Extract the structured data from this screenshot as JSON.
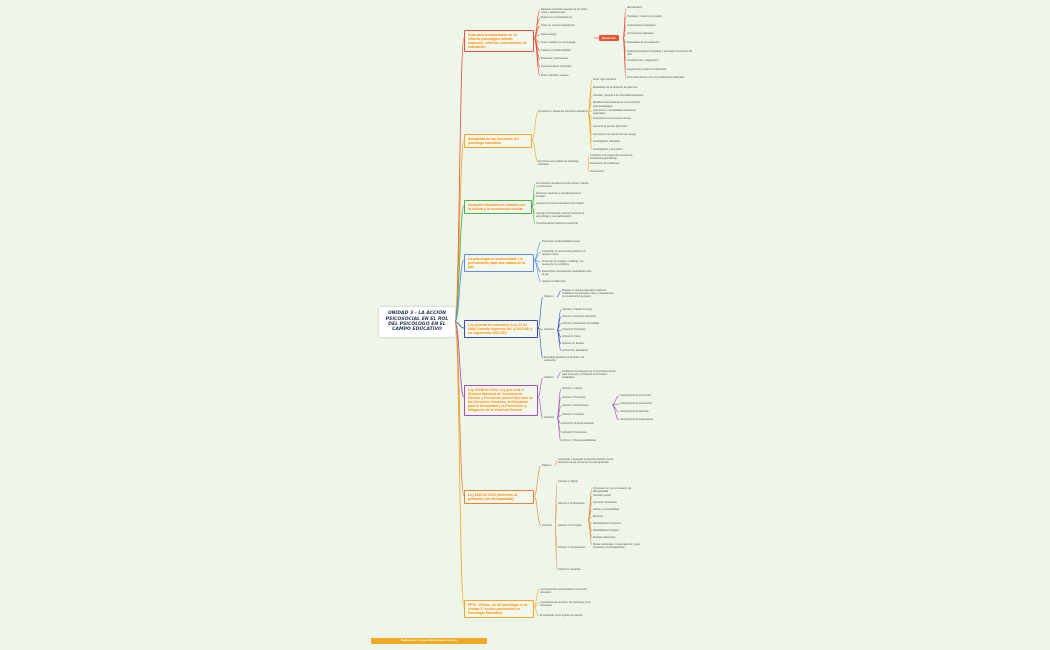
{
  "root": {
    "title": "UNIDAD 3 - LA ACCIÓN PSICOSOCIAL EN EL ROL DEL PSICÓLOGO EN EL CAMPO EDUCATIVO"
  },
  "branches": [
    {
      "title": "Guía para la elaboración de un informe psicológico infantil: Aspectos, criterios, instrumentos de evaluación",
      "items": [
        "Respetar el interés superior de los niños, niñas y adolescentes",
        "Evitar tono confrontacional",
        "Tener en cuenta el desarrollo",
        "Evitar sesgos",
        "Tener cuidado con el lenguaje",
        "Cuidar la confidencialidad",
        "Presentar conclusiones",
        "Consentimiento informado",
        "Tener claridad y respeto"
      ],
      "badge": "Secciones",
      "sections": [
        "Identificación",
        "Propósito / motivo de consulta",
        "Antecedentes relevantes",
        "Instrumentos aplicados",
        "Resultados de la evaluación",
        "Análisis psicológico integrado y vinculado al contexto del niño",
        "Conclusiones y diagnóstico",
        "Sugerencias o plan de tratamiento",
        "Firma del informe, con el procedimiento adoptado"
      ]
    },
    {
      "title": "Actualidad de las funciones del psicólogo educativo",
      "group_a": "Funciones y tareas del psicólogo educativo",
      "items_a": [
        "Tener rigor científico",
        "Evaluación de la situación de alumnos",
        "Orientar y apoyar a la comunidad educativa",
        "Realizar acompañamiento e intervención psicopedagógica",
        "Intervenir en necesidades educativas especiales",
        "Favorecer la convivencia escolar",
        "Asesorar la gestión del centro",
        "Intervenir en la prevención de riesgos",
        "Investigación educativa",
        "Investigación y formación"
      ],
      "group_b": "Funciones que realiza un psicólogo educativo",
      "items_b": [
        "Contribuir a la mejora del proceso de enseñanza-aprendizaje",
        "Prevención de problemas",
        "Intervención"
      ]
    },
    {
      "title": "Inclusión educativa en relación con la cultura y la convivencia escolar",
      "items": [
        "La inclusión educativa vincula cultura, valores y convivencia",
        "Promover acciones y transformaciones sociales",
        "Asegurar procesos educativos de calidad",
        "Atender la diversidad, eliminar barreras al aprendizaje y a la participación",
        "Transformación hacia la convivencia"
      ]
    },
    {
      "title": "La psicología en la diversidad: Un pensamiento para una cultura de la paz",
      "items": [
        "Reconocer la diversidad humana",
        "Garantizar la convivencia pacífica y el respeto mutuo",
        "Promover la empatía, el diálogo y la resolución de conflictos",
        "Desarrollar competencias ciudadanas para la paz",
        "Aceptar la diferencia"
      ]
    },
    {
      "title": "Ley general de educación (Ley 23 de 1946, Decreto Supremo No. 3-2013-ED y su reglamento 2023-ED)",
      "objective": "Objetivo",
      "objective_text": "Regular el sistema educativo nacional, establecer los principios, fines y lineamientos de la educación peruana",
      "articles_label": "Artículos",
      "articles": [
        "Artículo 1. Objeto de la ley",
        "Artículo 2. Derecho educativo",
        "Artículo 3. Educación de calidad",
        "Artículo 8. Principios",
        "Artículo 9. Fines",
        "Artículo 13. Estado",
        "Artículo 53. Estudiante"
      ],
      "extra": "El Estado garantiza el derecho a la educación"
    },
    {
      "title": "Ley 31498 de 2022, Ley que crea el Sistema Nacional de Convivencia Escolar y Formación para el Ejercicio de los Derechos Humanos, la Educación para la Sexualidad y la Prevención y Mitigación de la Violencia Escolar",
      "objective": "Objetivo",
      "objective_text": "Fortalecer los sistemas de convivencia escolar para promover y fortalecer la formación ciudadana",
      "articles_label": "Artículos",
      "articles": [
        "Artículo 1. Objeto",
        "Artículo 2. Principios",
        "Artículo 3. Definiciones",
        "Artículo 4. Comités",
        "Artículo 5. Ruta de atención",
        "Artículo 6. Protocolos",
        "Artículo 7. Responsabilidades"
      ],
      "sub": [
        "Componente de promoción",
        "Componente de prevención",
        "Componente de atención",
        "Componente de seguimiento"
      ]
    },
    {
      "title": "Ley 1618 de 2013 (derechos de personas con discapacidad)",
      "objective": "Objetivo",
      "objective_text": "Garantizar y asegurar el ejercicio efectivo de los derechos de las personas con discapacidad",
      "articles_label": "Artículos",
      "articles": [
        "Artículo 1. Objeto",
        "Artículo 2. Definiciones",
        "Artículo 3. Principios",
        "Artículo 4. Dimensiones",
        "Artículo 5. Garantía"
      ],
      "defs": [
        "Personas con y/o en situación de discapacidad",
        "Inclusión social",
        "Acciones afirmativas",
        "Acceso y accesibilidad",
        "Barreras",
        "Rehabilitación funcional",
        "Rehabilitación integral",
        "Enfoque diferencial",
        "Redes nacionales y regionales de y para personas con discapacidad"
      ]
    },
    {
      "title": "PPTs - Efecto, rol del psicólogo en la Unidad 3: Acción psicosocial en Psicología Educativa",
      "items": [
        "La intervención psicosocial en el entorno educativo",
        "Importancia de la acción del psicólogo en la educación",
        "El psicólogo como agente de cambio"
      ]
    }
  ],
  "footer": "Realizado por: Jorge Gallardo Segura Lozano"
}
